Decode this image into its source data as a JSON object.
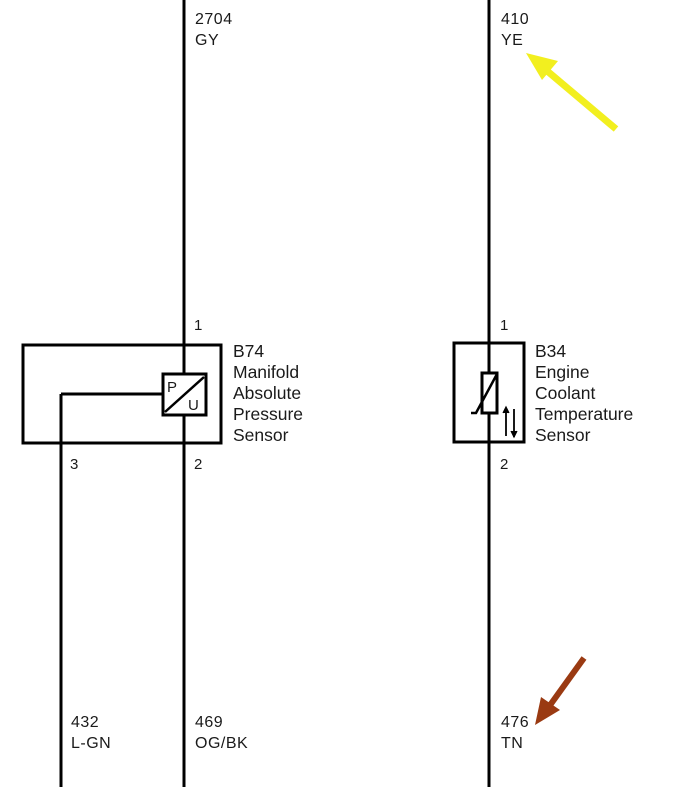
{
  "wires": {
    "w2704": {
      "circuit": "2704",
      "color": "GY"
    },
    "w410": {
      "circuit": "410",
      "color": "YE"
    },
    "w432": {
      "circuit": "432",
      "color": "L-GN"
    },
    "w469": {
      "circuit": "469",
      "color": "OG/BK"
    },
    "w476": {
      "circuit": "476",
      "color": "TN"
    }
  },
  "components": {
    "b74": {
      "lines": [
        "B74",
        "Manifold",
        "Absolute",
        "Pressure",
        "Sensor"
      ],
      "pins": {
        "top": "1",
        "left": "3",
        "bottom": "2"
      },
      "symbol": {
        "p": "P",
        "u": "U"
      }
    },
    "b34": {
      "lines": [
        "B34",
        "Engine",
        "Coolant",
        "Temperature",
        "Sensor"
      ],
      "pins": {
        "top": "1",
        "bottom": "2"
      }
    }
  },
  "annotations": {
    "yellow_arrow": {
      "color": "#f2ef1f",
      "icon": "arrow-icon"
    },
    "brown_arrow": {
      "color": "#9a3a12",
      "icon": "arrow-icon"
    }
  },
  "colors": {
    "line": "#000000",
    "text": "#1a1a1a"
  }
}
